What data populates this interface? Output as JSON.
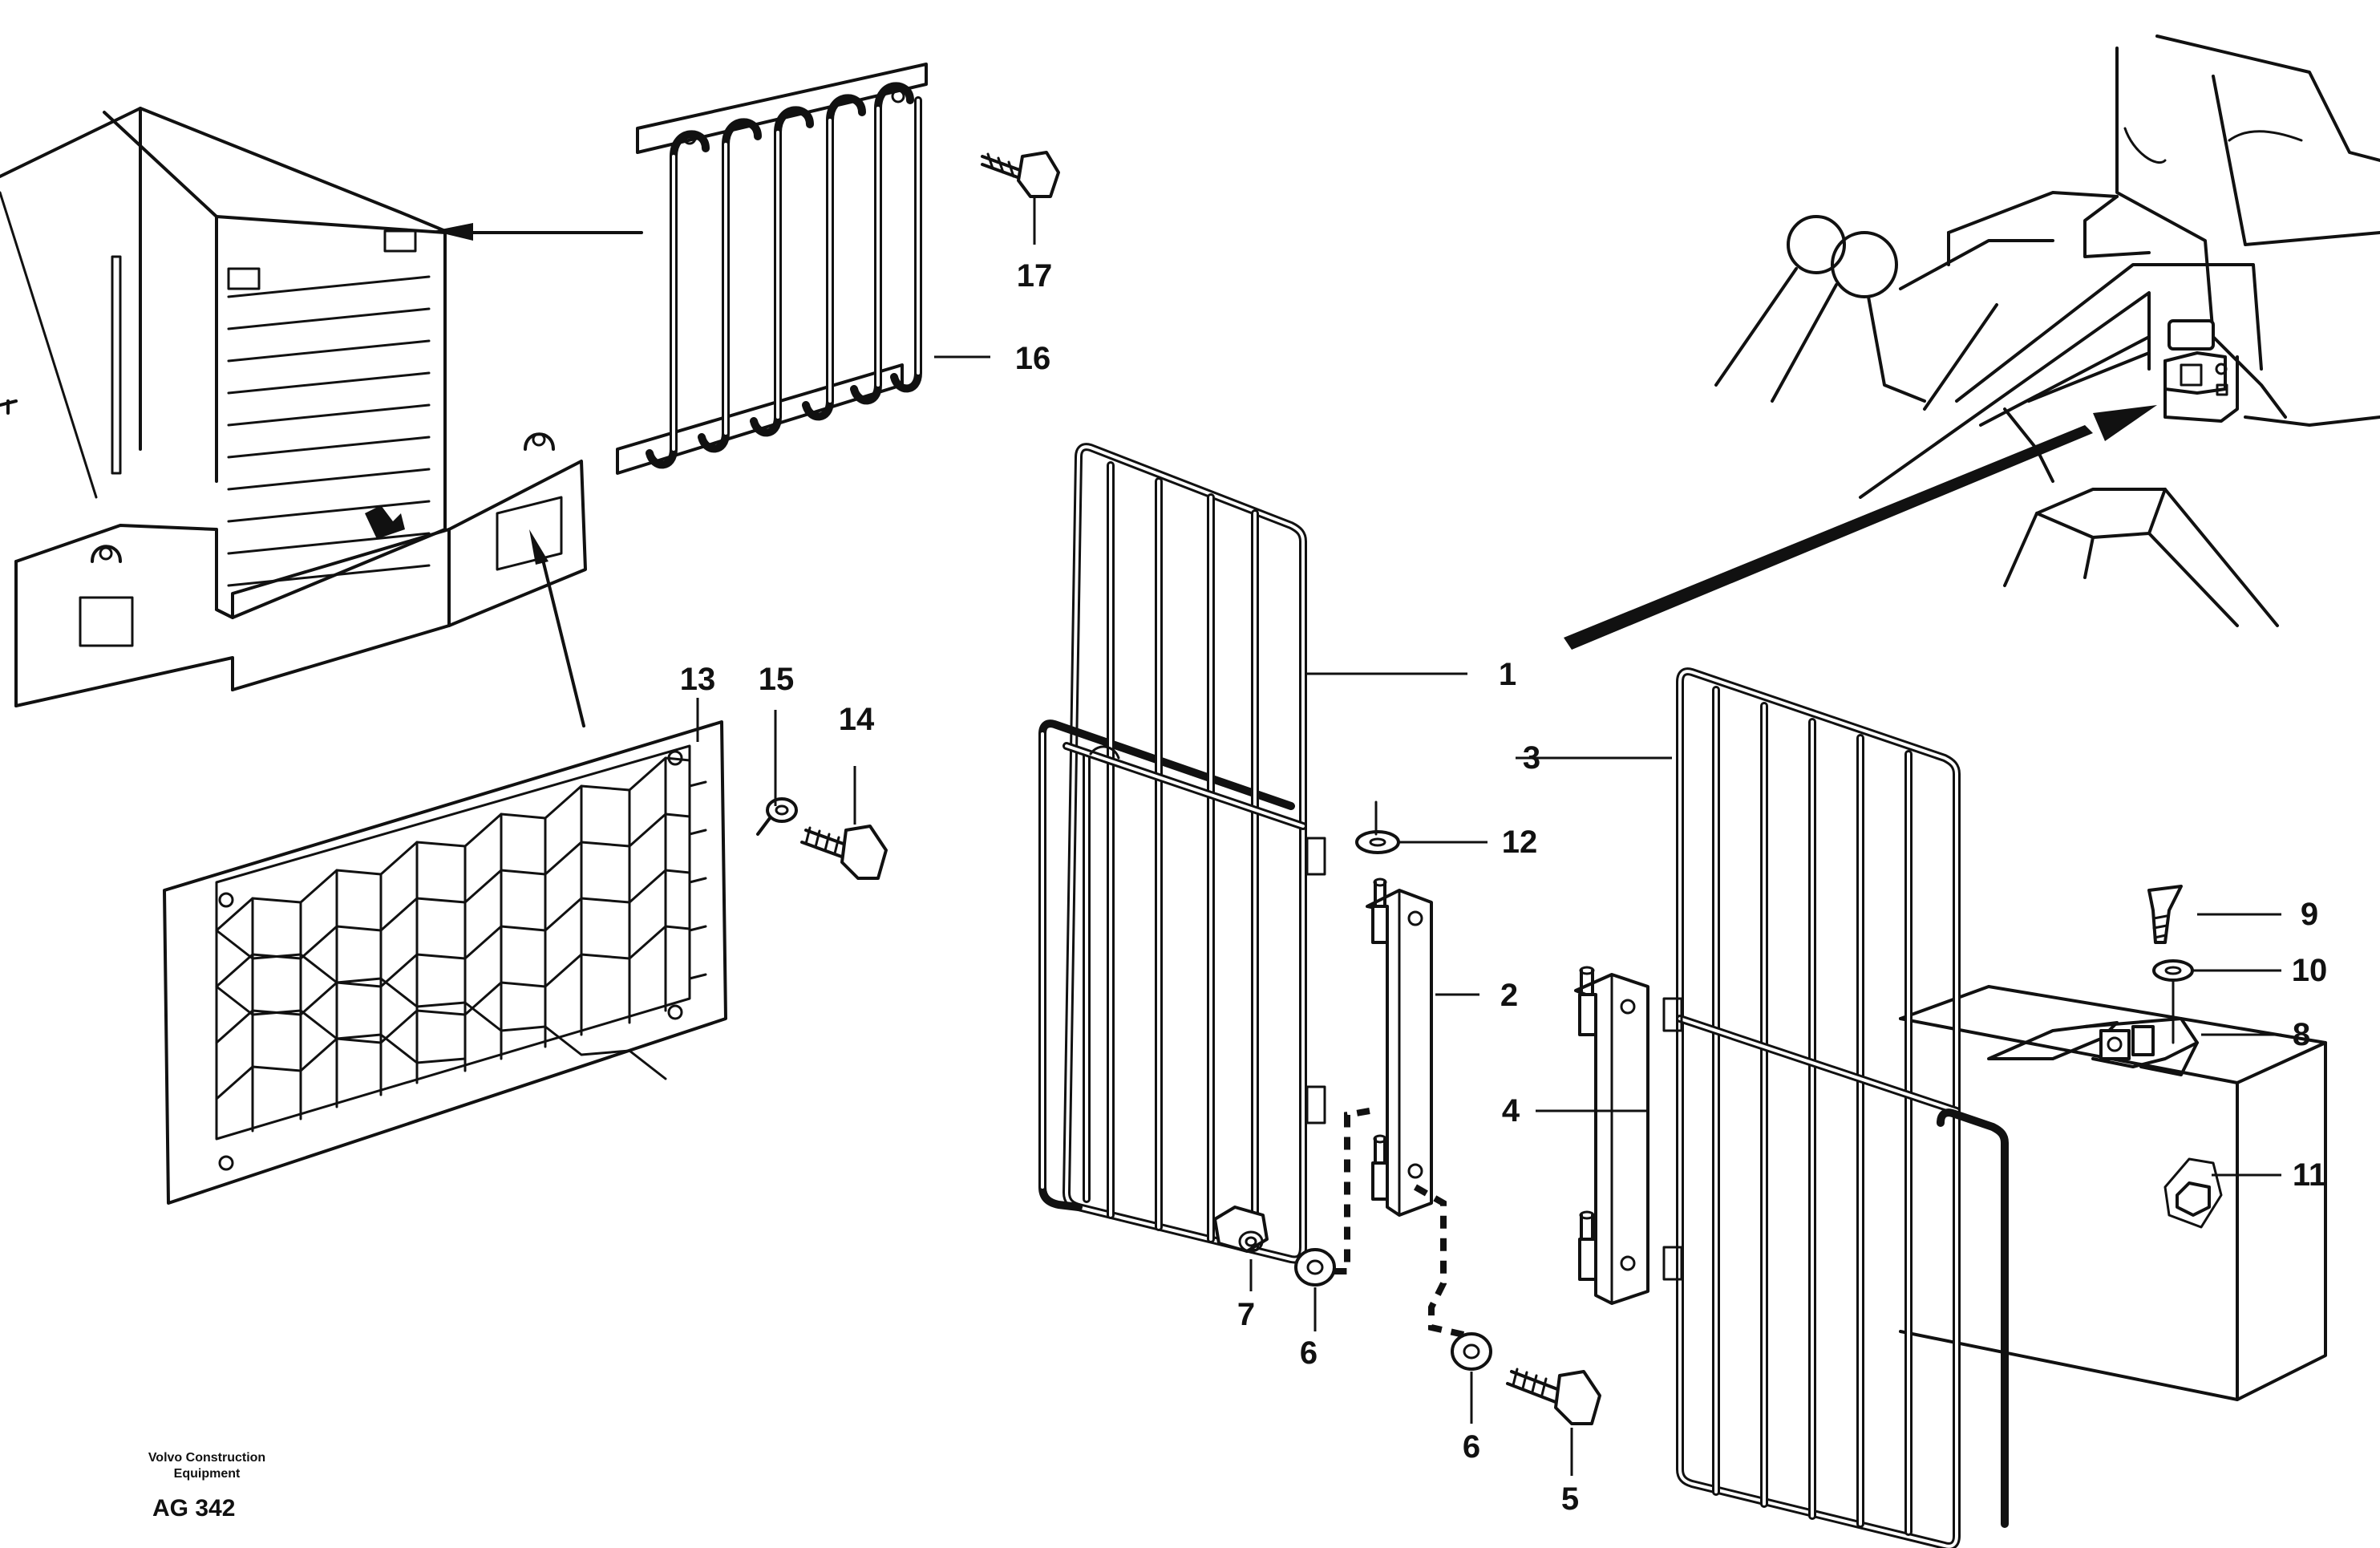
{
  "labels": {
    "p1": "1",
    "p2": "2",
    "p3": "3",
    "p4": "4",
    "p5": "5",
    "p6a": "6",
    "p6b": "6",
    "p7": "7",
    "p8": "8",
    "p9": "9",
    "p10": "10",
    "p11": "11",
    "p12": "12",
    "p13": "13",
    "p14": "14",
    "p15": "15",
    "p16": "16",
    "p17": "17"
  },
  "footer": {
    "company_line1": "Volvo Construction",
    "company_line2": "Equipment",
    "code": "AG 342"
  },
  "icons": [
    "machine-rear-icon",
    "cab-side-icon",
    "wire-guard-icon",
    "hex-mesh-grille-icon",
    "hinge-plate-icon",
    "hex-bolt-icon",
    "washer-icon",
    "nut-icon",
    "latch-icon",
    "box-icon"
  ],
  "colors": {
    "ink": "#111111",
    "paper": "#ffffff"
  }
}
